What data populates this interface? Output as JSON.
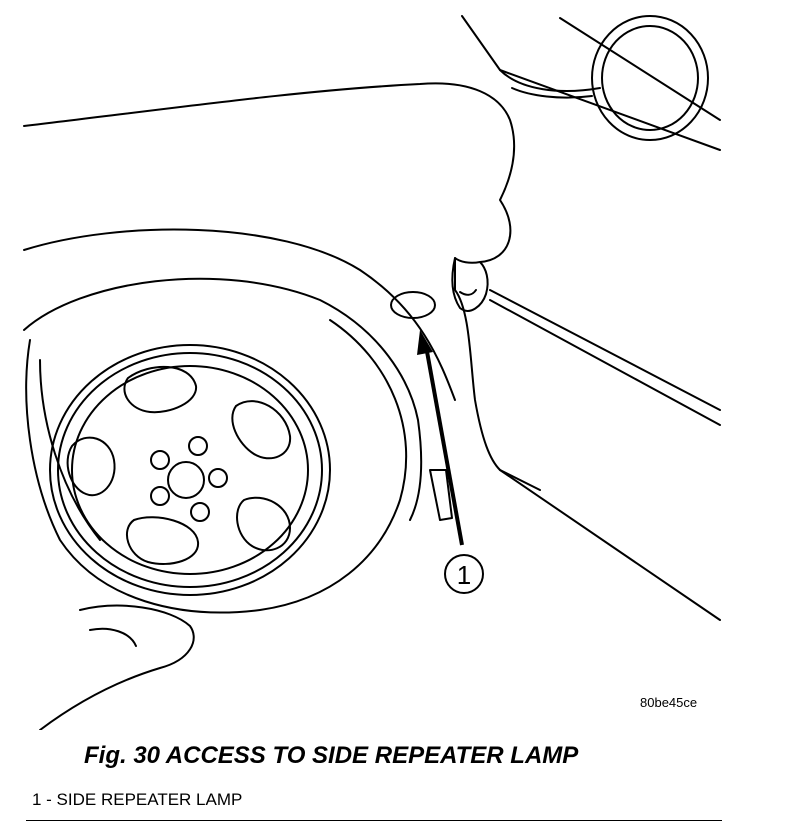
{
  "figure": {
    "caption": "Fig. 30 ACCESS TO SIDE REPEATER LAMP",
    "image_code": "80be45ce",
    "callout": "1"
  },
  "legend": {
    "items": [
      {
        "label": "1 - SIDE REPEATER LAMP"
      }
    ]
  }
}
